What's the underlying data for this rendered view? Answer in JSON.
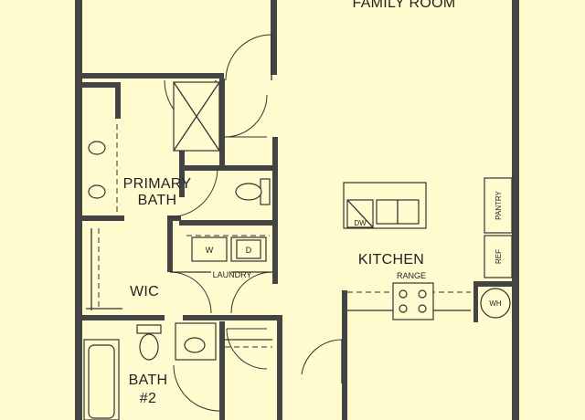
{
  "rooms": {
    "family_room": "FAMILY ROOM",
    "primary_bath_line1": "PRIMARY",
    "primary_bath_line2": "BATH",
    "kitchen": "KITCHEN",
    "wic": "WIC",
    "laundry": "LAUNDRY",
    "bath2_line1": "BATH",
    "bath2_line2": "#2"
  },
  "fixtures": {
    "range": "RANGE",
    "dishwasher": "DW",
    "washer": "W",
    "dryer": "D",
    "pantry": "PANTRY",
    "refrigerator": "REF",
    "water_heater": "WH"
  },
  "colors": {
    "background": "#fffbcf",
    "walls": "#444444"
  }
}
